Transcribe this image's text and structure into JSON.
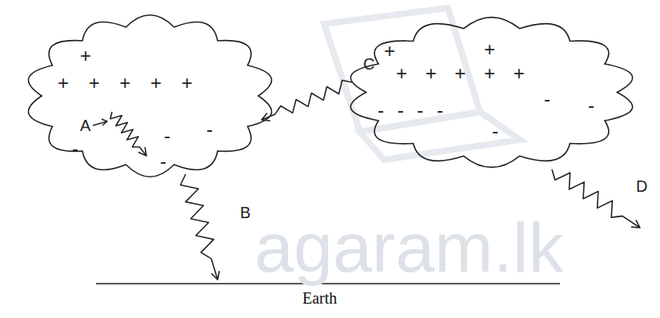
{
  "diagram": {
    "nodes": [
      {
        "text": [
          "+",
          "+ + + + +",
          "-",
          "-",
          "-",
          "-"
        ]
      },
      {
        "text": [
          "+",
          "+",
          "+ + + + +",
          "- - - -",
          "-",
          "-",
          "-"
        ]
      }
    ],
    "edges": [
      {
        "from": 1,
        "to": 0,
        "arrow": "to",
        "label": "C"
      }
    ],
    "labels": [
      "A",
      "B",
      "D",
      "Earth",
      "agaram.lk"
    ]
  }
}
